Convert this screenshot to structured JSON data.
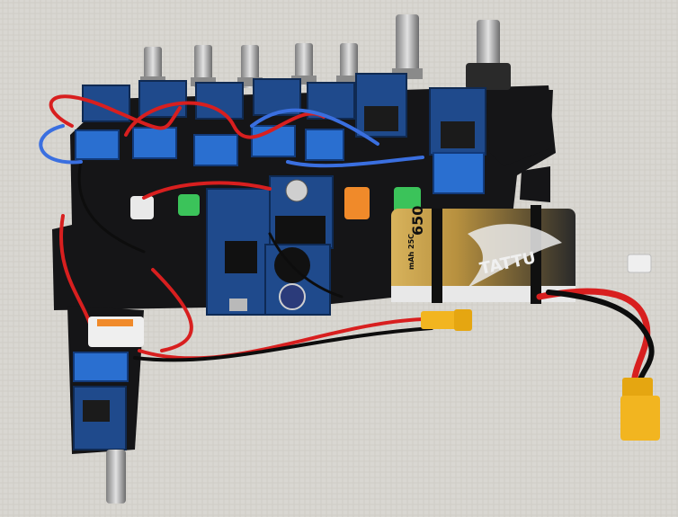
{
  "photo": {
    "battery_capacity_text": "650",
    "battery_brand_text": "TATTU",
    "battery_spec_text": "mAh 25C",
    "colors": {
      "background": "#d9d7d2",
      "frame": "#151517",
      "pcb_blue": "#1f4a8c",
      "terminal_blue": "#2a6fd0",
      "wire_red": "#d81f1f",
      "wire_black": "#0d0d0d",
      "wire_blue": "#3a6fe0",
      "xt60_yellow": "#f2b520",
      "button_green": "#3bc35a",
      "button_orange": "#f08a2a",
      "battery_gold": "#c9a24a"
    }
  }
}
